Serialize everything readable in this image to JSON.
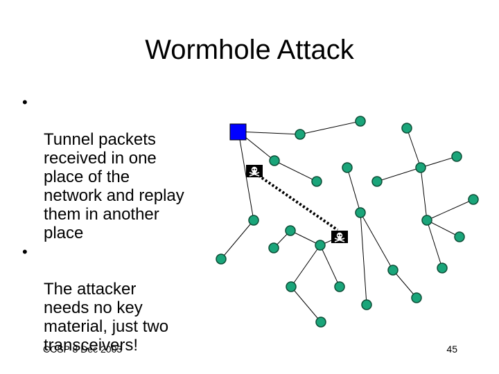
{
  "slide": {
    "title": "Wormhole Attack",
    "bullets": [
      "Tunnel packets\nreceived in one\nplace of the\nnetwork and replay\nthem in another\nplace",
      "The attacker\nneeds no key\nmaterial, just two\ntransceivers!"
    ],
    "bullet_symbol": "•",
    "footer_left": "CCSP 8 Dec 2003",
    "page_number": "45"
  },
  "colors": {
    "node_fill": "#1aa57a",
    "node_stroke": "#0d4d36",
    "base_station": "#0000ff",
    "link": "#000000",
    "wormhole": "#000000"
  },
  "icons": {
    "attacker": "skull-crossbones-icon",
    "base_station": "square-node-icon"
  }
}
